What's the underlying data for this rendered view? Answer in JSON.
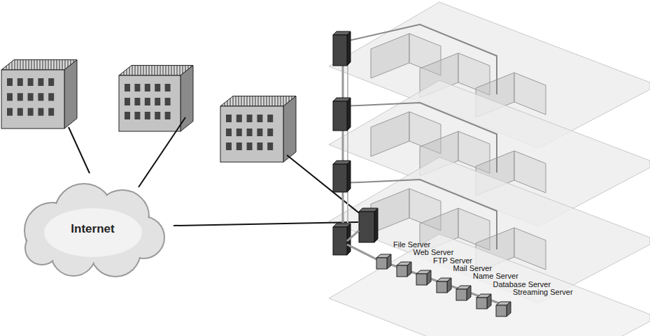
{
  "diagram": {
    "nodes": [
      {
        "text": [
          "Internet"
        ]
      },
      {
        "text": [
          "File Server"
        ]
      },
      {
        "text": [
          "Web Server"
        ]
      },
      {
        "text": [
          "FTP Server"
        ]
      },
      {
        "text": [
          "Mail Server"
        ]
      },
      {
        "text": [
          "Name Server"
        ]
      },
      {
        "text": [
          "Database Server"
        ]
      },
      {
        "text": [
          "Streaming Server"
        ]
      }
    ]
  }
}
